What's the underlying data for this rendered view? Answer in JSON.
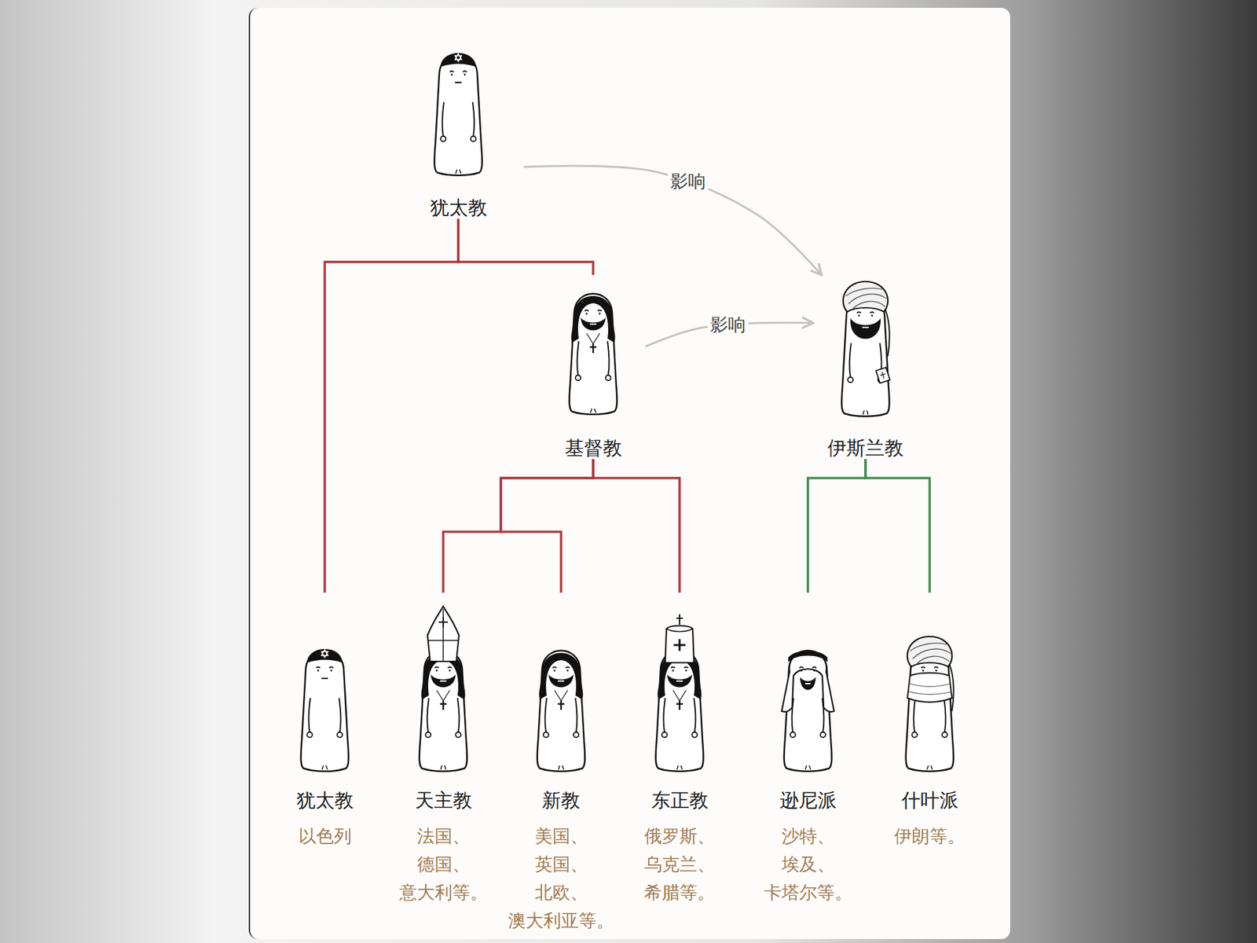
{
  "diagram": {
    "nodes": [
      {
        "text": [
          "犹太教"
        ]
      },
      {
        "text": [
          "基督教"
        ]
      },
      {
        "text": [
          "伊斯兰教"
        ]
      },
      {
        "text": [
          "犹太教",
          "以色列"
        ]
      },
      {
        "text": [
          "天主教",
          "法国、 德国、 意大利等。"
        ]
      },
      {
        "text": [
          "新教",
          "美国、 英国、 北欧、 澳大利亚等。"
        ]
      },
      {
        "text": [
          "东正教",
          "俄罗斯、 乌克兰、 希腊等。"
        ]
      },
      {
        "text": [
          "逊尼派",
          "沙特、 埃及、 卡塔尔等。"
        ]
      },
      {
        "text": [
          "什叶派",
          "伊朗等。"
        ]
      }
    ],
    "edges": [
      {
        "from": 0,
        "to": 1,
        "arrow": "none"
      },
      {
        "from": 0,
        "to": 3,
        "arrow": "none"
      },
      {
        "from": 0,
        "to": 2,
        "label": "影响",
        "arrow": "to"
      },
      {
        "from": 1,
        "to": 2,
        "label": "影响",
        "arrow": "to"
      },
      {
        "from": 1,
        "to": 4,
        "arrow": "none"
      },
      {
        "from": 1,
        "to": 5,
        "arrow": "none"
      },
      {
        "from": 1,
        "to": 6,
        "arrow": "none"
      },
      {
        "from": 2,
        "to": 7,
        "arrow": "none"
      },
      {
        "from": 2,
        "to": 8,
        "arrow": "none"
      }
    ]
  }
}
